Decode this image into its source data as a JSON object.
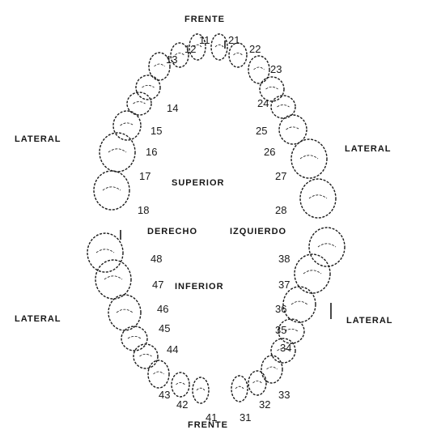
{
  "labels": {
    "front_top": "FRENTE",
    "front_bottom": "FRENTE",
    "lateral_upper_left": "LATERAL",
    "lateral_upper_right": "LATERAL",
    "lateral_lower_left": "LATERAL",
    "lateral_lower_right": "LATERAL",
    "superior": "SUPERIOR",
    "inferior": "INFERIOR",
    "right_side": "DERECHO",
    "left_side": "IZQUIERDO"
  },
  "tooth_numbers": {
    "upper_right": [
      "11",
      "12",
      "13",
      "14",
      "15",
      "16",
      "17",
      "18"
    ],
    "upper_left": [
      "21",
      "22",
      "23",
      "24",
      "25",
      "26",
      "27",
      "28"
    ],
    "lower_left": [
      "31",
      "32",
      "33",
      "34",
      "35",
      "36",
      "37",
      "38"
    ],
    "lower_right": [
      "41",
      "42",
      "43",
      "44",
      "45",
      "46",
      "47",
      "48"
    ]
  },
  "colors": {
    "ink": "#1a1a1a",
    "paper": "#ffffff"
  }
}
